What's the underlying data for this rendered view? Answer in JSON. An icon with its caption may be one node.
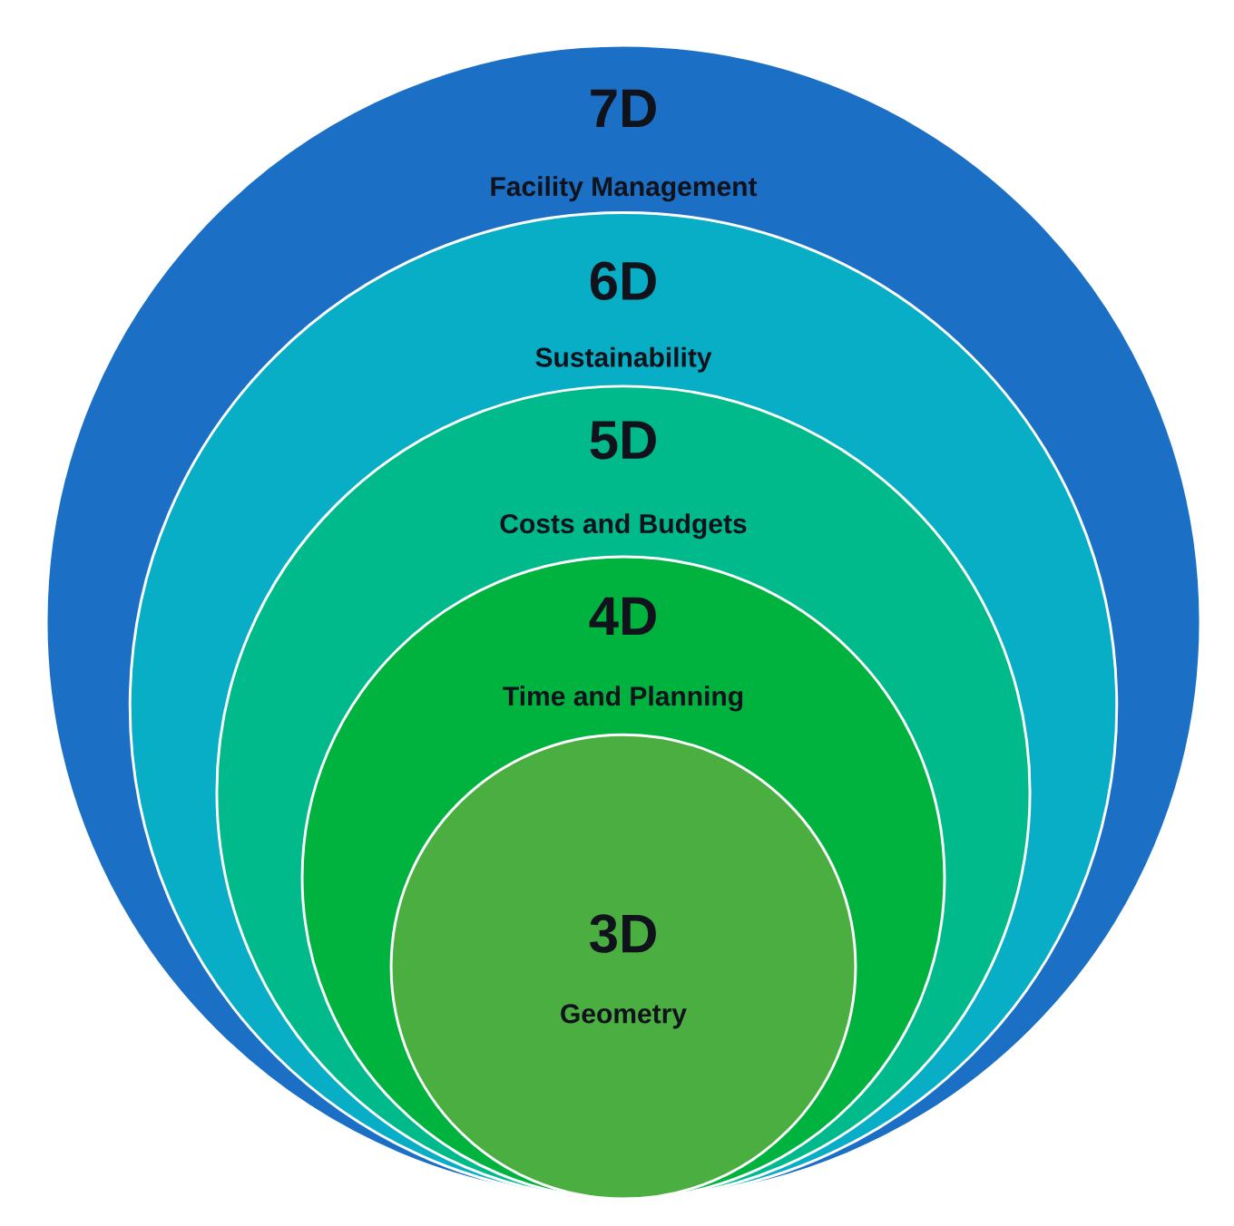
{
  "diagram": {
    "nodes": [
      {
        "text": [
          "7D",
          "Facility Management"
        ]
      },
      {
        "text": [
          "6D",
          "Sustainability"
        ],
        "in": 0
      },
      {
        "text": [
          "5D",
          "Costs and Budgets"
        ],
        "in": 1
      },
      {
        "text": [
          "4D",
          "Time and Planning"
        ],
        "in": 2
      },
      {
        "text": [
          "3D",
          "Geometry"
        ],
        "in": 3
      }
    ]
  }
}
